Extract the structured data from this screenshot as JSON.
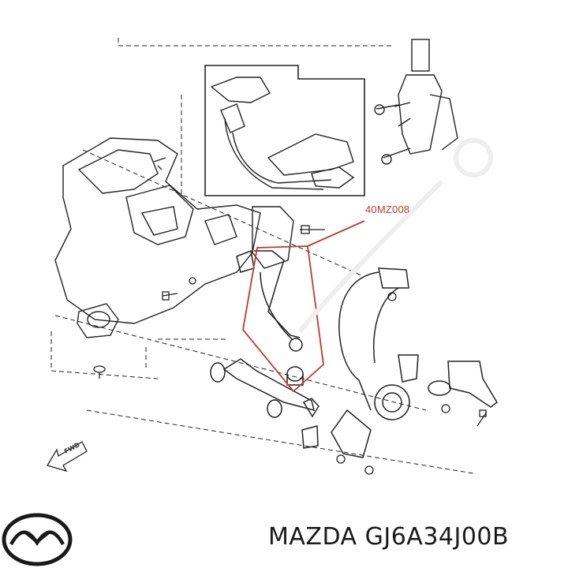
{
  "diagram": {
    "part_label": "40MZ008",
    "fwd_label": "FWD",
    "highlight_color": "#c0392b",
    "line_color": "#222222"
  },
  "caption": {
    "brand": "MAZDA",
    "part_number": "GJ6A34J00B",
    "logo_icon": "mazda-logo-icon"
  }
}
